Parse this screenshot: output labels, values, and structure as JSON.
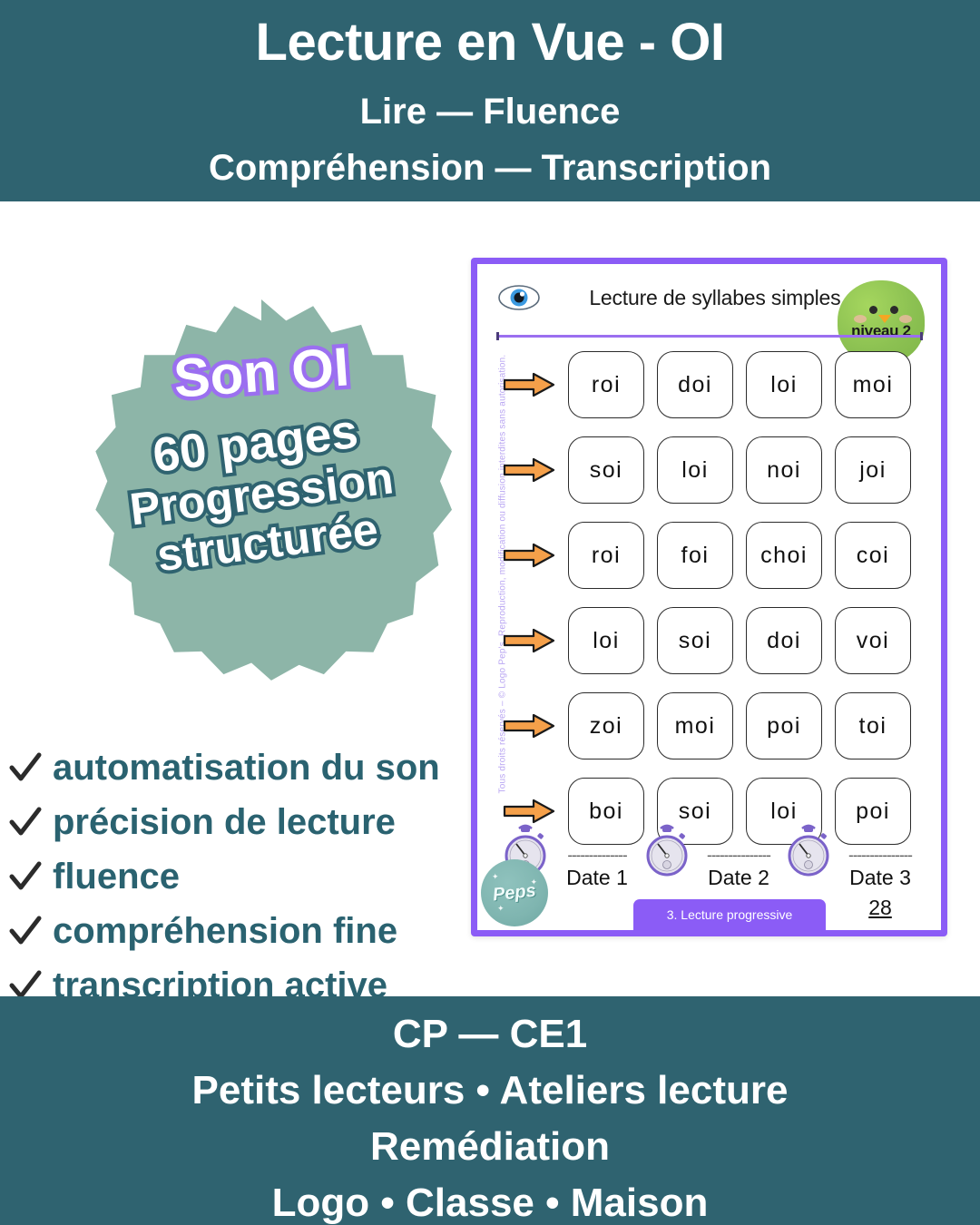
{
  "header": {
    "title": "Lecture en Vue - OI",
    "subtitle1": "Lire — Fluence",
    "subtitle2": "Compréhension — Transcription",
    "bg_color": "#2f6370"
  },
  "badge": {
    "son_label": "Son OI",
    "line1": "60 pages",
    "line2": "Progression",
    "line3": "structurée",
    "bg_color": "#8db5a8",
    "son_outline_color": "#9b6ff0",
    "lines_outline_color": "#2f6370"
  },
  "checklist": {
    "items": [
      {
        "label": "automatisation du son"
      },
      {
        "label": "précision de lecture"
      },
      {
        "label": "fluence"
      },
      {
        "label": "compréhension fine"
      },
      {
        "label": "transcription active"
      }
    ],
    "text_color": "#2a6270",
    "check_color": "#2b2b2b"
  },
  "worksheet": {
    "border_color": "#8b5cf6",
    "title": "Lecture de syllabes simples.",
    "level_badge": "niveau 2",
    "copyright": "Tous droits réservés – © Logo Pep's. Reproduction, modification ou diffusion interdites sans autorisation.",
    "rows": [
      {
        "cells": [
          "roi",
          "doi",
          "loi",
          "moi"
        ]
      },
      {
        "cells": [
          "soi",
          "loi",
          "noi",
          "joi"
        ]
      },
      {
        "cells": [
          "roi",
          "foi",
          "choi",
          "coi"
        ]
      },
      {
        "cells": [
          "loi",
          "soi",
          "doi",
          "voi"
        ]
      },
      {
        "cells": [
          "zoi",
          "moi",
          "poi",
          "toi"
        ]
      },
      {
        "cells": [
          "boi",
          "soi",
          "loi",
          "poi"
        ]
      }
    ],
    "dates": [
      {
        "dashes": "--------------",
        "label": "Date 1"
      },
      {
        "dashes": "---------------",
        "label": "Date 2"
      },
      {
        "dashes": "---------------",
        "label": "Date 3"
      }
    ],
    "page_number": "28",
    "tab_label": "3. Lecture progressive",
    "logo_text": "Peps"
  },
  "footer": {
    "line1": "CP — CE1",
    "line2": "Petits lecteurs • Ateliers lecture",
    "line3": "Remédiation",
    "line4": "Logo • Classe • Maison",
    "bg_color": "#2f6370"
  }
}
